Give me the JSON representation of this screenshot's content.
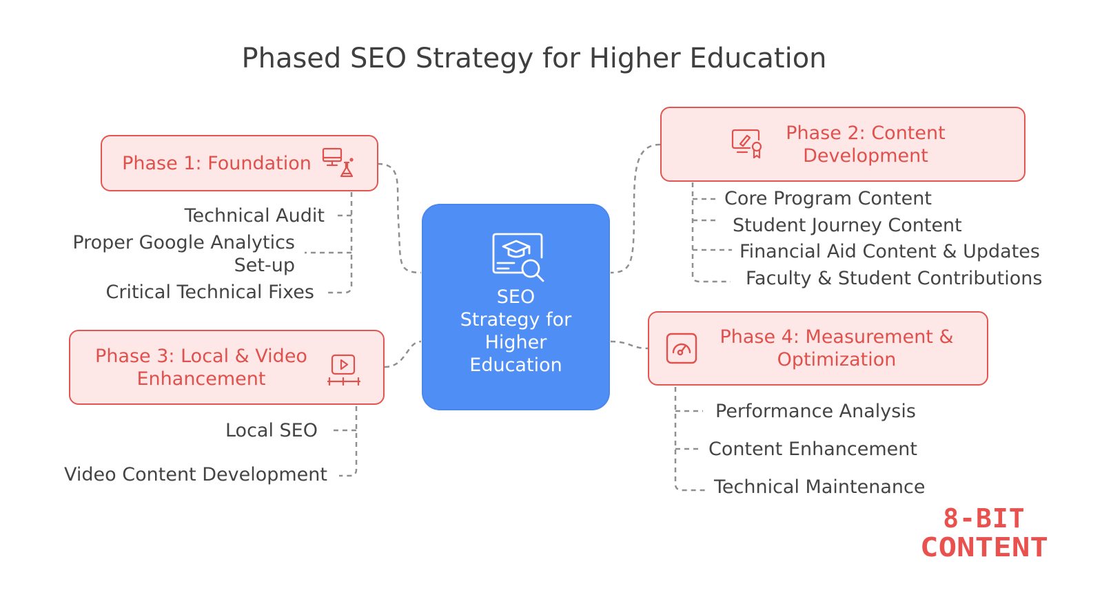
{
  "title": "Phased SEO Strategy for Higher Education",
  "center": {
    "label": "SEO Strategy for Higher Education",
    "lines": [
      "SEO",
      "Strategy for",
      "Higher",
      "Education"
    ],
    "icon": "graduation-cap-search-icon"
  },
  "phases": [
    {
      "label": "Phase 1: Foundation",
      "icon": "computer-lab-icon",
      "items": [
        "Technical Audit",
        "Proper Google Analytics Set-up",
        "Critical Technical Fixes"
      ]
    },
    {
      "label": "Phase 2: Content Development",
      "icon": "certificate-icon",
      "items": [
        "Core Program Content",
        "Student Journey Content",
        "Financial Aid Content & Updates",
        "Faculty & Student Contributions"
      ]
    },
    {
      "label": "Phase 3: Local & Video Enhancement",
      "icon": "video-timeline-icon",
      "items": [
        "Local SEO",
        "Video Content Development"
      ]
    },
    {
      "label": "Phase 4: Measurement & Optimization",
      "icon": "gauge-icon",
      "items": [
        "Performance Analysis",
        "Content Enhancement",
        "Technical Maintenance"
      ]
    }
  ],
  "logo": {
    "line1": "8-BIT",
    "line2": "CONTENT"
  },
  "colors": {
    "accent": "#e0504c",
    "fill": "#fde8e7",
    "center": "#4f8ef5",
    "connector": "#8a8a8a"
  }
}
